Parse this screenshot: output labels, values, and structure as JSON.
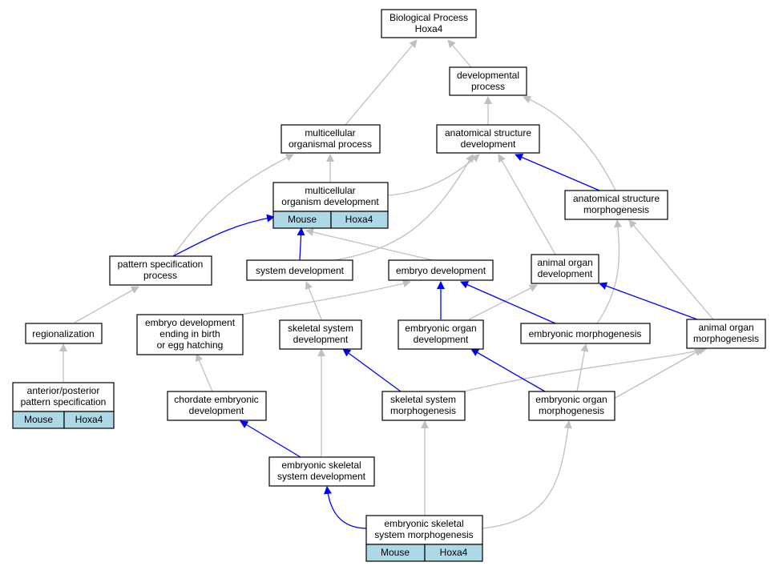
{
  "colors": {
    "gray_edge": "#c0c0c0",
    "blue_edge": "#0000ff",
    "tag_fill": "#add8e6"
  },
  "nodes": {
    "bio_process": {
      "line1": "Biological Process",
      "line2": "Hoxa4"
    },
    "dev_process": {
      "line1": "developmental",
      "line2": "process"
    },
    "multi_org_process": {
      "line1": "multicellular",
      "line2": "organismal process"
    },
    "anat_struct_dev": {
      "line1": "anatomical structure",
      "line2": "development"
    },
    "multi_org_dev": {
      "line1": "multicellular",
      "line2": "organism development",
      "tag1": "Mouse",
      "tag2": "Hoxa4"
    },
    "anat_struct_morph": {
      "line1": "anatomical structure",
      "line2": "morphogenesis"
    },
    "pattern_spec": {
      "line1": "pattern specification",
      "line2": "process"
    },
    "system_dev": {
      "line1": "system development"
    },
    "embryo_dev": {
      "line1": "embryo development"
    },
    "animal_organ_dev": {
      "line1": "animal organ",
      "line2": "development"
    },
    "regionalization": {
      "line1": "regionalization"
    },
    "embryo_dev_birth": {
      "line1": "embryo development",
      "line2": "ending in birth",
      "line3": "or egg hatching"
    },
    "skeletal_sys_dev": {
      "line1": "skeletal system",
      "line2": "development"
    },
    "embryonic_organ_dev": {
      "line1": "embryonic organ",
      "line2": "development"
    },
    "embryonic_morph": {
      "line1": "embryonic morphogenesis"
    },
    "animal_organ_morph": {
      "line1": "animal organ",
      "line2": "morphogenesis"
    },
    "ap_pattern": {
      "line1": "anterior/posterior",
      "line2": "pattern specification",
      "tag1": "Mouse",
      "tag2": "Hoxa4"
    },
    "chordate_embryonic_dev": {
      "line1": "chordate embryonic",
      "line2": "development"
    },
    "skeletal_sys_morph": {
      "line1": "skeletal system",
      "line2": "morphogenesis"
    },
    "embryonic_organ_morph": {
      "line1": "embryonic organ",
      "line2": "morphogenesis"
    },
    "emb_skel_sys_dev": {
      "line1": "embryonic skeletal",
      "line2": "system development"
    },
    "emb_skel_sys_morph": {
      "line1": "embryonic skeletal",
      "line2": "system morphogenesis",
      "tag1": "Mouse",
      "tag2": "Hoxa4"
    }
  }
}
